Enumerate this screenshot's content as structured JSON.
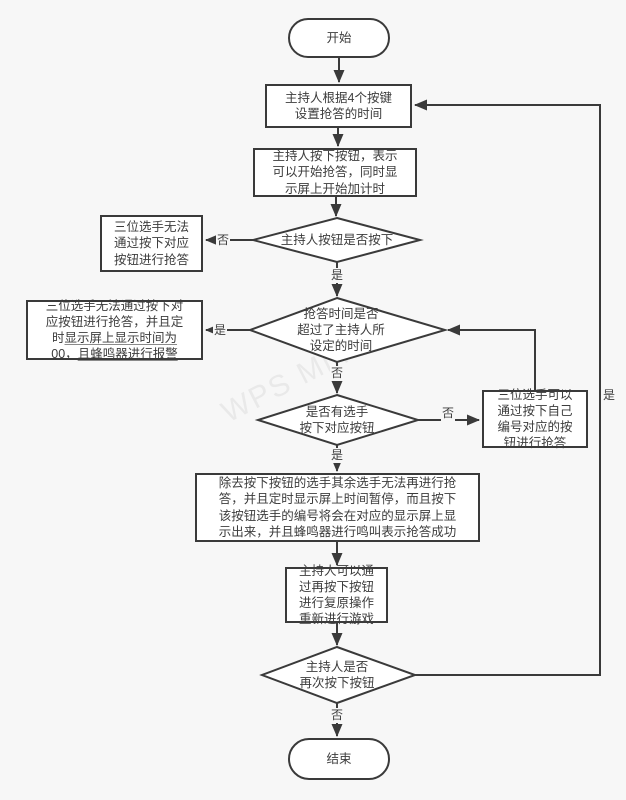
{
  "colors": {
    "background": "#f7f7f7",
    "stroke": "#3a3a3a",
    "node_fill": "#ffffff",
    "text": "#3c3c3c"
  },
  "watermark": {
    "text": "WPS Mind"
  },
  "nodes": {
    "start": {
      "label": "开始"
    },
    "set_time": {
      "label": "主持人根据4个按键\n设置抢答的时间"
    },
    "host_press": {
      "label": "主持人按下按钮，表示\n可以开始抢答，同时显\n示屏上开始加计时"
    },
    "host_button_pressed": {
      "label": "主持人按钮是否按下"
    },
    "cannot_answer": {
      "label": "三位选手无法\n通过按下对应\n按钮进行抢答"
    },
    "time_exceeded": {
      "label": "抢答时间是否\n超过了主持人所\n设定的时间"
    },
    "timeout_alarm": {
      "l1": "三位选手无法通过按下对",
      "l2": "应按钮进行抢答，并且定",
      "l3_pre": "时",
      "l3_u": "显示屏上显示时间为",
      "l4_pre": "00，",
      "l4_u": "且蜂鸣器进行报警"
    },
    "player_pressed": {
      "label": "是否有选手\n按下对应按钮"
    },
    "can_answer": {
      "label": "三位选手可以\n通过按下自己\n编号对应的按\n钮进行抢答"
    },
    "answer_success": {
      "label": "除去按下按钮的选手其余选手无法再进行抢\n答，并且定时显示屏上时间暂停，而且按下\n该按钮选手的编号将会在对应的显示屏上显\n示出来，并且蜂鸣器进行鸣叫表示抢答成功"
    },
    "reset_game": {
      "label": "主持人可以通\n过再按下按钮\n进行复原操作\n重新进行游戏"
    },
    "press_again": {
      "label": "主持人是否\n再次按下按钮"
    },
    "end": {
      "label": "结束"
    }
  },
  "edge_labels": {
    "host_no": "否",
    "host_yes": "是",
    "exceeded_yes": "是",
    "exceeded_no": "否",
    "player_no": "否",
    "player_yes": "是",
    "again_no": "否",
    "again_yes": "是"
  }
}
